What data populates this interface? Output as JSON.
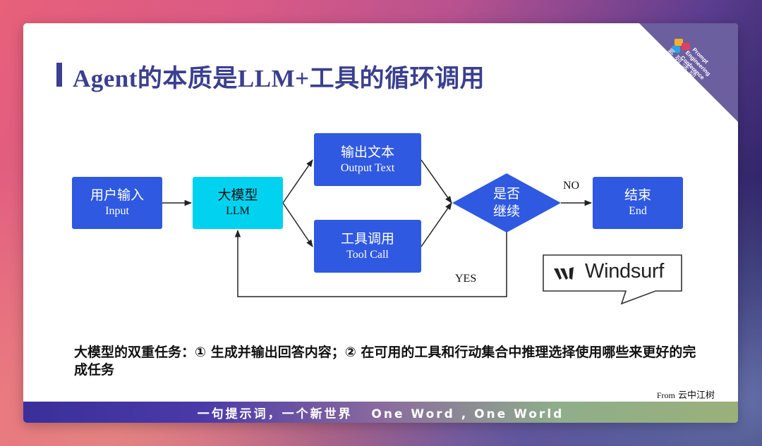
{
  "title": "Agent的本质是LLM+工具的循环调用",
  "corner_badge": {
    "line1": "Prompt",
    "line2": "Engineering",
    "line3": "Conference",
    "series_label": "系 列 活 动"
  },
  "nodes": {
    "input": {
      "zh": "用户输入",
      "en": "Input"
    },
    "llm": {
      "zh": "大模型",
      "en": "LLM"
    },
    "output": {
      "zh": "输出文本",
      "en": "Output Text"
    },
    "tool": {
      "zh": "工具调用",
      "en": "Tool Call"
    },
    "decision": {
      "line1": "是否",
      "line2": "继续"
    },
    "end": {
      "zh": "结束",
      "en": "End"
    }
  },
  "edge_labels": {
    "no": "NO",
    "yes": "YES"
  },
  "logo": {
    "text": "Windsurf"
  },
  "description": "大模型的双重任务：① 生成并输出回答内容；② 在可用的工具和行动集合中推理选择使用哪些来更好的完成任务",
  "source": {
    "prefix": "From",
    "name": "云中江树"
  },
  "banner": "一句提示词，一个新世界   One Word , One World",
  "colors": {
    "node_blue": "#2f59e0",
    "node_cyan": "#00d2f0",
    "title": "#3a3f8f",
    "corner": "#6b5fa0"
  }
}
